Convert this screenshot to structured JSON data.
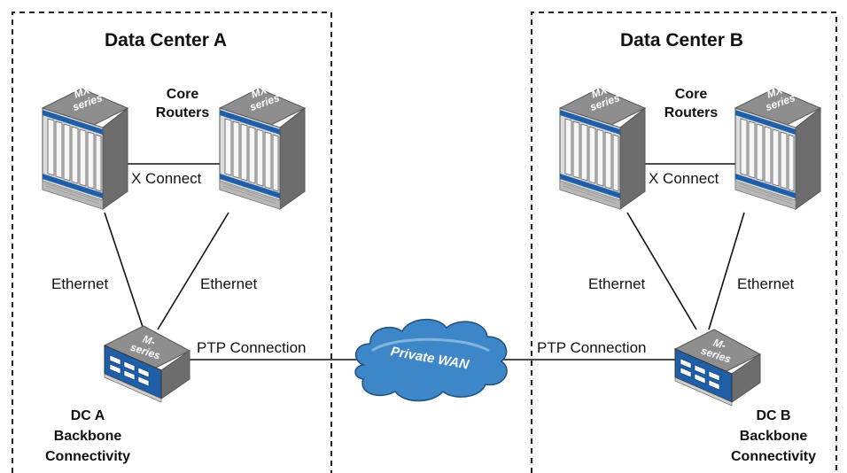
{
  "datacenter_a": {
    "title": "Data Center A",
    "core_label": "Core\nRouters",
    "backbone_label": "DC A\nBackbone\nConnectivity",
    "x_connect": "X Connect",
    "ethernet_left": "Ethernet",
    "ethernet_right": "Ethernet",
    "router_model": "MX-\nseries",
    "edge_model": "M-\nseries"
  },
  "datacenter_b": {
    "title": "Data Center B",
    "core_label": "Core\nRouters",
    "backbone_label": "DC B\nBackbone\nConnectivity",
    "x_connect": "X Connect",
    "ethernet_left": "Ethernet",
    "ethernet_right": "Ethernet",
    "router_model": "MX-\nseries",
    "edge_model": "M-\nseries"
  },
  "links": {
    "ptp_left": "PTP Connection",
    "ptp_right": "PTP Connection"
  },
  "wan": {
    "label": "Private WAN"
  },
  "colors": {
    "device_blue": "#1f5fa8",
    "cloud_blue": "#3d86c8",
    "chassis_grey": "#9a9a9a"
  }
}
